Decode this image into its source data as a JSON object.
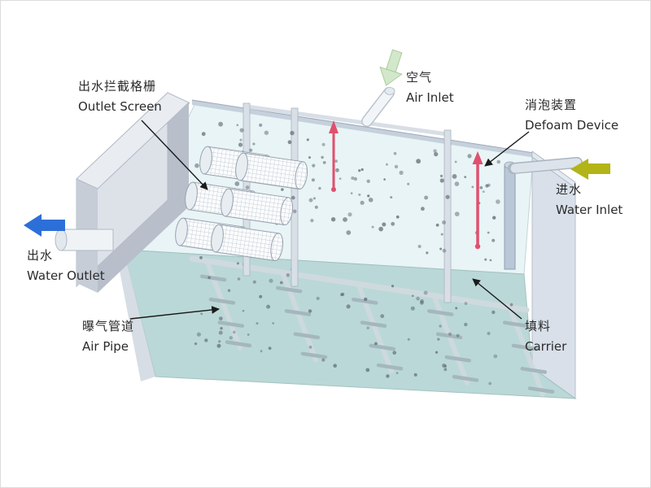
{
  "labels": {
    "outlet_screen": {
      "zh": "出水拦截格栅",
      "en": "Outlet Screen"
    },
    "air_inlet": {
      "zh": "空气",
      "en": "Air Inlet"
    },
    "defoam_device": {
      "zh": "消泡装置",
      "en": "Defoam Device"
    },
    "water_inlet": {
      "zh": "进水",
      "en": "Water Inlet"
    },
    "water_outlet": {
      "zh": "出水",
      "en": "Water Outlet"
    },
    "air_pipe": {
      "zh": "曝气管道",
      "en": "Air Pipe"
    },
    "carrier": {
      "zh": "填料",
      "en": "Carrier"
    }
  },
  "colors": {
    "water_outlet_arrow": "#2d6fd8",
    "water_inlet_arrow": "#b2b417",
    "air_inlet_arrow": "#d3e8ca",
    "defoam_device": "#e0506e",
    "leader": "#1a1a1a",
    "water_surface": "#e9f4f6",
    "tank_floor": "#b7d6d5",
    "structure": "#dfe4ea",
    "carrier_dot": "#59636d",
    "pipe_light": "#cfdade",
    "pipe_branch": "#a4b7bd"
  }
}
